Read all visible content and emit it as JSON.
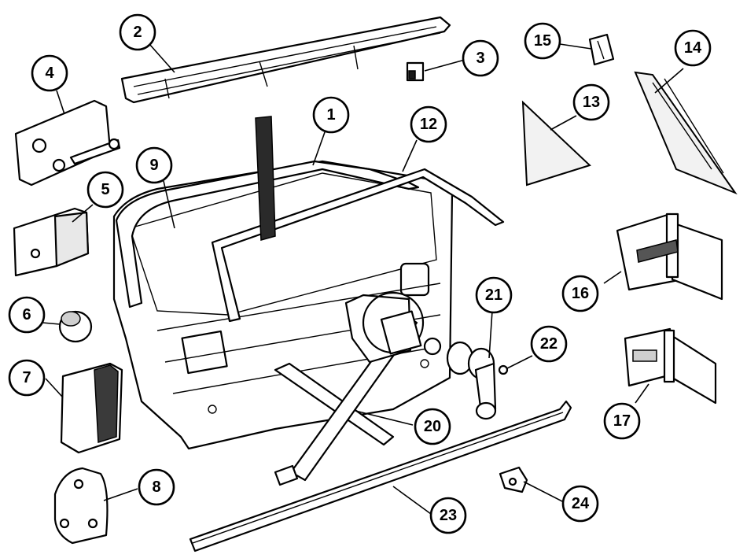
{
  "callouts": [
    "1",
    "2",
    "3",
    "4",
    "5",
    "6",
    "7",
    "8",
    "9",
    "12",
    "13",
    "14",
    "15",
    "16",
    "17",
    "20",
    "21",
    "22",
    "23",
    "24"
  ]
}
